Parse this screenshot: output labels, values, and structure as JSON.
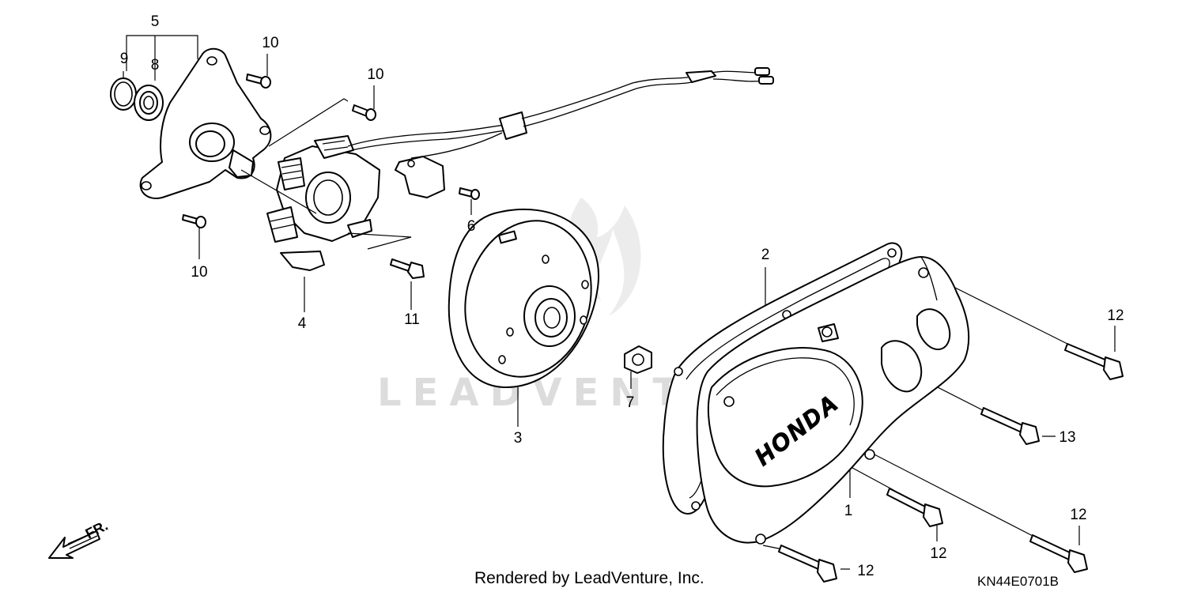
{
  "watermark": {
    "text": "LEADVENTURE"
  },
  "callouts": {
    "c1": "1",
    "c2": "2",
    "c3": "3",
    "c4": "4",
    "c5": "5",
    "c6": "6",
    "c7": "7",
    "c8": "8",
    "c9": "9",
    "c10a": "10",
    "c10b": "10",
    "c10c": "10",
    "c11": "11",
    "c12a": "12",
    "c12b": "12",
    "c12c": "12",
    "c12d": "12",
    "c13": "13"
  },
  "cover_logo": "HONDA",
  "direction_arrow": {
    "label": "FR.",
    "icon": "front-direction-arrow-icon"
  },
  "footer": {
    "credit": "Rendered by LeadVenture, Inc.",
    "diagram_code": "KN44E0701B"
  }
}
